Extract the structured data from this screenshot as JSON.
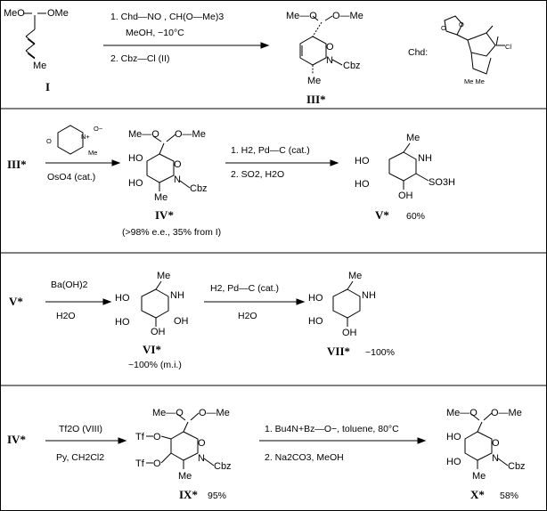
{
  "compounds": {
    "I": "I",
    "III": "III*",
    "IV": "IV*",
    "V": "V*",
    "VI": "VI*",
    "VII": "VII*",
    "IX": "IX*",
    "X": "X*",
    "IV_start": "IV*",
    "V_start": "V*",
    "III_start": "III*"
  },
  "yields": {
    "IV_note": "(>98% e.e., 35% from I)",
    "V": "60%",
    "VI": "~100% (m.i.)",
    "VII": "~100%",
    "IX": "95%",
    "X": "58%"
  },
  "conditions": {
    "step1_line1": "1. Chd—NO  , CH(O—Me)3",
    "step1_line2": "MeOH,  −10°C",
    "step1_line3": "2. Cbz—Cl  (II)",
    "chd_label": "Chd:",
    "osmium": "OsO4 (cat.)",
    "step3_line1": "1. H2,  Pd—C (cat.)",
    "step3_line2": "2. SO2,  H2O",
    "step4_line1": "Ba(OH)2",
    "step4_line2": "H2O",
    "step5_line1": "H2,  Pd—C (cat.)",
    "step5_line2": "H2O",
    "step6_line1": "Tf2O  (VIII)",
    "step6_line2": "Py,  CH2Cl2",
    "step7_line1": "1. Bu4N+Bz—O−,  toluene,  80°C",
    "step7_line2": "2. Na2CO3,  MeOH"
  },
  "atoms": {
    "MeO": "MeO",
    "OMe": "OMe",
    "Me": "Me",
    "MeO_dash": "Me—O",
    "O_dash_Me": "O—Me",
    "N": "N",
    "O": "O",
    "NH": "NH",
    "Cbz": "Cbz",
    "HO": "HO",
    "OH": "OH",
    "SO3H": "SO3H",
    "Tf": "Tf",
    "Cl": "Cl",
    "MeMe": "Me Me",
    "Omin": "O−",
    "Nplus": "N+"
  }
}
